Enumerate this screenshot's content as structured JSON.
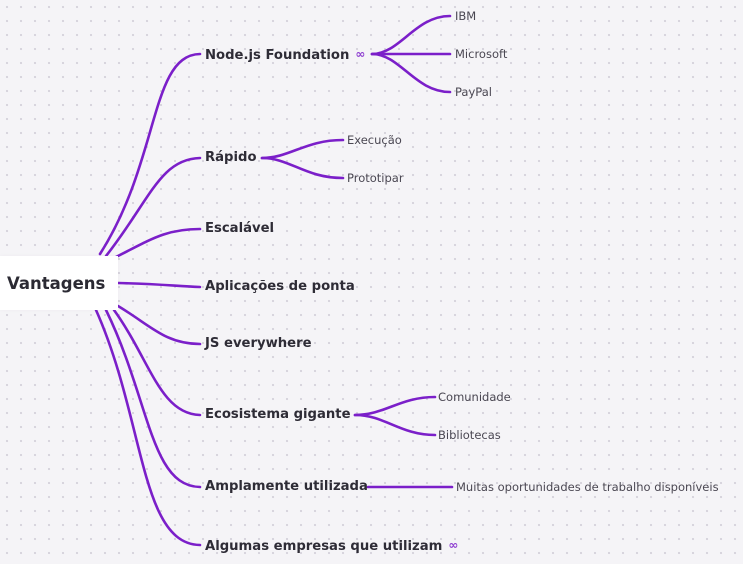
{
  "mindmap": {
    "root": "Vantagens",
    "topics": [
      {
        "label": "Node.js Foundation",
        "has_link": true,
        "children": [
          "IBM",
          "Microsoft",
          "PayPal"
        ]
      },
      {
        "label": "Rápido",
        "has_link": false,
        "children": [
          "Execução",
          "Prototipar"
        ]
      },
      {
        "label": "Escalável",
        "has_link": false,
        "children": []
      },
      {
        "label": "Aplicações de ponta",
        "has_link": false,
        "children": []
      },
      {
        "label": "JS everywhere",
        "has_link": false,
        "children": []
      },
      {
        "label": "Ecosistema gigante",
        "has_link": false,
        "children": [
          "Comunidade",
          "Bibliotecas"
        ]
      },
      {
        "label": "Amplamente utilizada",
        "has_link": false,
        "children": [
          "Muitas oportunidades de trabalho disponíveis"
        ]
      },
      {
        "label": "Algumas empresas que utilizam",
        "has_link": true,
        "children": []
      }
    ],
    "link_icon": "infinity-link-icon",
    "link_icon_glyph": "∞",
    "branch_color": "#7b1fc9",
    "background_color": "#f5f4f7"
  }
}
